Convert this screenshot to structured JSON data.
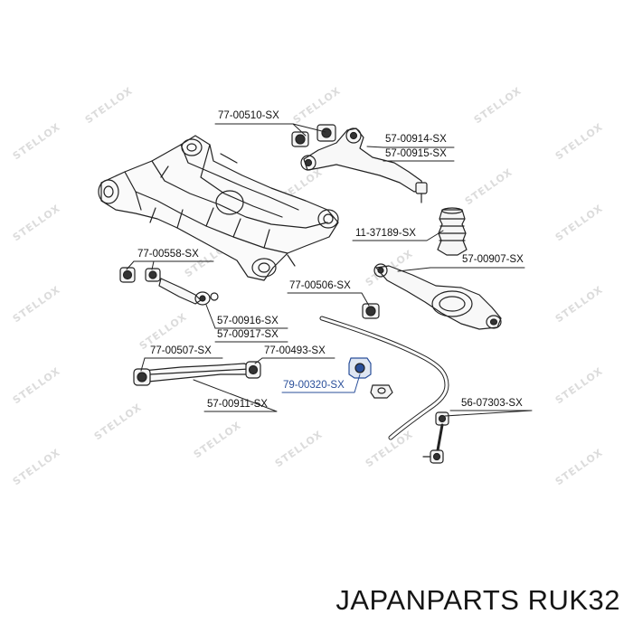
{
  "watermark": "STELLOX",
  "labels": {
    "l_77_00510": "77-00510-SX",
    "l_57_00914": "57-00914-SX",
    "l_57_00915": "57-00915-SX",
    "l_11_37189": "11-37189-SX",
    "l_77_00558": "77-00558-SX",
    "l_57_00907": "57-00907-SX",
    "l_77_00506": "77-00506-SX",
    "l_57_00916": "57-00916-SX",
    "l_57_00917": "57-00917-SX",
    "l_77_00507": "77-00507-SX",
    "l_77_00493": "77-00493-SX",
    "l_79_00320": "79-00320-SX",
    "l_57_00911": "57-00911-SX",
    "l_56_07303": "56-07303-SX"
  },
  "caption": "JAPANPARTS RUK32",
  "colors": {
    "text": "#111111",
    "highlight": "#2a4f9a",
    "watermark": "#dcdcdc",
    "line": "#222222"
  }
}
